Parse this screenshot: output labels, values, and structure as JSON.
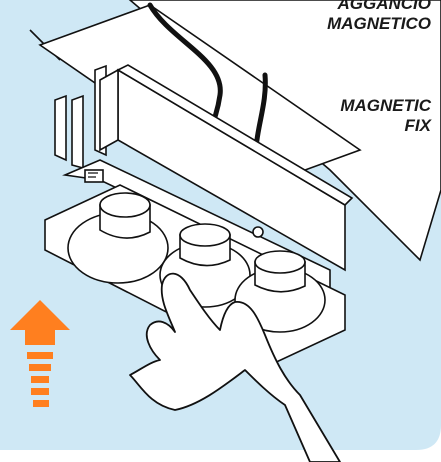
{
  "labels": {
    "italian_line1": "AGGANCIO",
    "italian_line2": "MAGNETICO",
    "english_line1": "MAGNETIC",
    "english_line2": "FIX"
  },
  "colors": {
    "background_panel": "#cfe8f5",
    "arrow": "#ff7f1f",
    "outline": "#111111",
    "hand_fill": "#ffffff"
  },
  "icons": {
    "direction_arrow": "arrow-up-icon",
    "hand": "hand-icon"
  }
}
